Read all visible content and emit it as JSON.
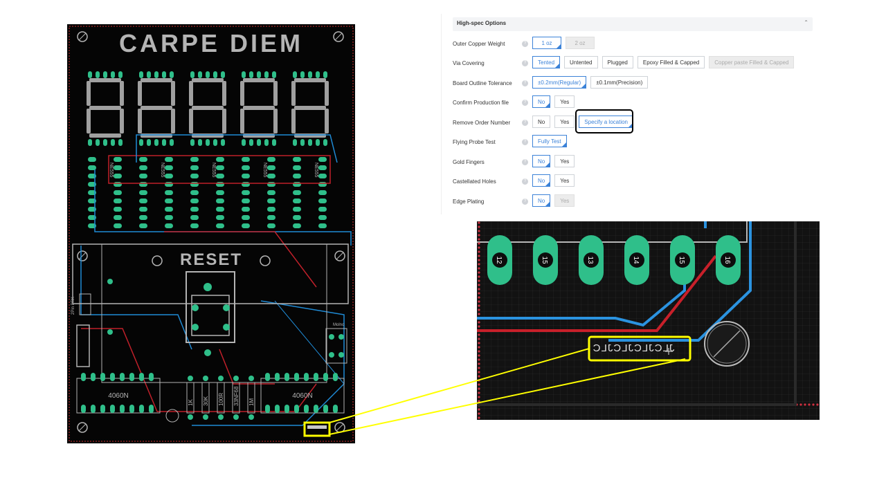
{
  "pcb_board": {
    "title": "CARPE DIEM",
    "chip_label": "NE555",
    "reset_label": "RESET",
    "counter_label": "4060N",
    "header_label": "2Pin PRK",
    "right_label": "Molno",
    "resistors": [
      "1K",
      "30K",
      "100R",
      "33NF68",
      "1M"
    ]
  },
  "options_panel": {
    "title": "High-spec Options",
    "rows": [
      {
        "label": "Outer Copper Weight",
        "options": [
          "1 oz",
          "2 oz"
        ]
      },
      {
        "label": "Via Covering",
        "options": [
          "Tented",
          "Untented",
          "Plugged",
          "Epoxy Filled & Capped",
          "Copper paste Filled & Capped"
        ]
      },
      {
        "label": "Board Outline Tolerance",
        "options": [
          "±0.2mm(Regular)",
          "±0.1mm(Precision)"
        ]
      },
      {
        "label": "Confirm Production file",
        "options": [
          "No",
          "Yes"
        ]
      },
      {
        "label": "Remove Order Number",
        "options": [
          "No",
          "Yes",
          "Specify a location"
        ]
      },
      {
        "label": "Flying Probe Test",
        "options": [
          "Fully Test"
        ]
      },
      {
        "label": "Gold Fingers",
        "options": [
          "No",
          "Yes"
        ]
      },
      {
        "label": "Castellated Holes",
        "options": [
          "No",
          "Yes"
        ]
      },
      {
        "label": "Edge Plating",
        "options": [
          "No",
          "Yes"
        ]
      }
    ]
  },
  "zoom_view": {
    "pad_numbers": [
      "12",
      "15",
      "13",
      "14",
      "15",
      "16"
    ],
    "order_marker": "JLCJLCJLCJLC"
  },
  "colors": {
    "board_bg": "#050505",
    "silkscreen": "#b4b4b4",
    "pad": "#2fbf8a",
    "top_trace": "#c0202a",
    "bottom_trace": "#1f8bd6",
    "accent": "#3b82d8",
    "callout": "#ffff00"
  }
}
